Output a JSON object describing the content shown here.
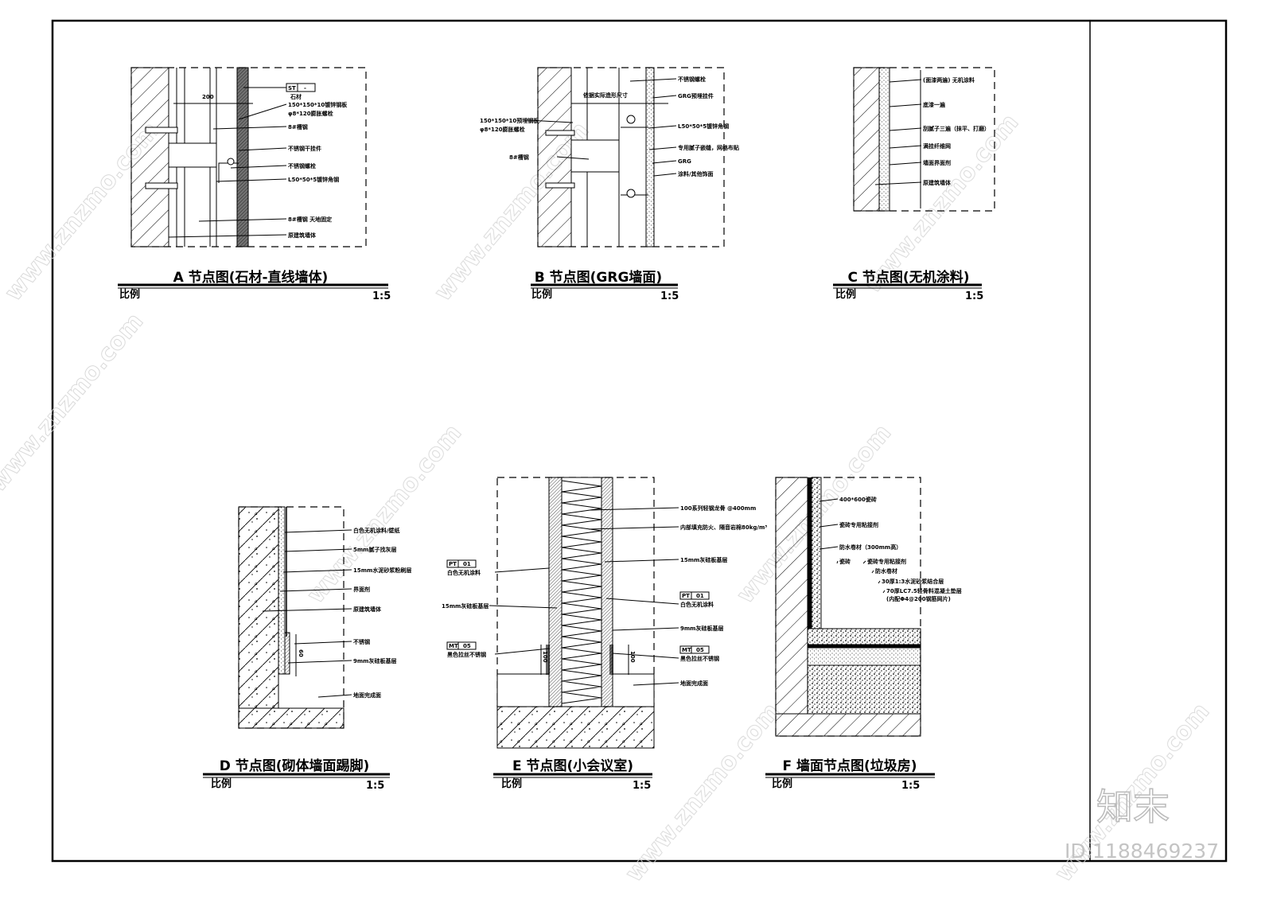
{
  "drawing": {
    "details": [
      {
        "id": "A",
        "title": "A 节点图(石材-直线墙体)",
        "scale_label": "比例",
        "scale": "1:5",
        "dimension": "200",
        "tag": {
          "code": "ST",
          "num": "-"
        },
        "labels": [
          "石材",
          "150*150*10镀锌钢板",
          "φ8*120膨胀螺栓",
          "8#槽钢",
          "不锈钢干挂件",
          "不锈钢螺栓",
          "L50*50*5镀锌角钢",
          "8#槽钢 天地固定",
          "原建筑墙体"
        ]
      },
      {
        "id": "B",
        "title": "B 节点图(GRG墙面)",
        "scale_label": "比例",
        "scale": "1:5",
        "note": "依据实际造形尺寸",
        "labels": [
          "不锈钢螺栓",
          "GRG预埋挂件",
          "L50*50*5镀锌角钢",
          "专用腻子嵌缝，网格布贴",
          "GRG",
          "涂料/其他饰面"
        ],
        "left_labels": [
          "150*150*10预埋钢板",
          "φ8*120膨胀螺栓",
          "8#槽钢"
        ]
      },
      {
        "id": "C",
        "title": "C 节点图(无机涂料)",
        "scale_label": "比例",
        "scale": "1:5",
        "labels": [
          "(面漆两遍) 无机涂料",
          "底漆一遍",
          "刮腻子三遍（抹平、打磨）",
          "满挂纤维网",
          "墙面界面剂",
          "原建筑墙体"
        ]
      },
      {
        "id": "D",
        "title": "D 节点图(砌体墙面踢脚)",
        "scale_label": "比例",
        "scale": "1:5",
        "dimension": "60",
        "labels": [
          "白色无机涂料/壁纸",
          "5mm腻子找灰层",
          "15mm水泥砂浆粉刷层",
          "界面剂",
          "原建筑墙体",
          "不锈钢",
          "9mm灰硅板基层",
          "地面完成面"
        ]
      },
      {
        "id": "E",
        "title": "E 节点图(小会议室)",
        "scale_label": "比例",
        "scale": "1:5",
        "dimension_left": "100",
        "dimension_right": "100",
        "labels": [
          "100系列轻钢龙骨 @400mm",
          "内部填充防火、隔音岩棉80kg/m³",
          "15mm灰硅板基层",
          "白色无机涂料",
          "9mm灰硅板基层",
          "黑色拉丝不锈钢",
          "地面完成面"
        ],
        "left_labels": [
          "白色无机涂料",
          "15mm灰硅板基层",
          "黑色拉丝不锈钢"
        ],
        "tags": [
          {
            "code": "PT",
            "num": "01"
          },
          {
            "code": "MT",
            "num": "05"
          }
        ]
      },
      {
        "id": "F",
        "title": "F 墙面节点图(垃圾房)",
        "scale_label": "比例",
        "scale": "1:5",
        "labels": [
          "400*600瓷砖",
          "瓷砖专用粘接剂",
          "防水卷材（300mm高）",
          "瓷砖",
          "瓷砖专用粘接剂",
          "防水卷材",
          "30厚1:3水泥砂浆结合层",
          "70厚LC7.5轻骨料混凝土垫层",
          "(内配Φ4@200钢筋网片)"
        ]
      }
    ]
  },
  "watermark": {
    "brand": "知末",
    "id": "ID:1188469237",
    "site": "www.znzmo.com"
  }
}
